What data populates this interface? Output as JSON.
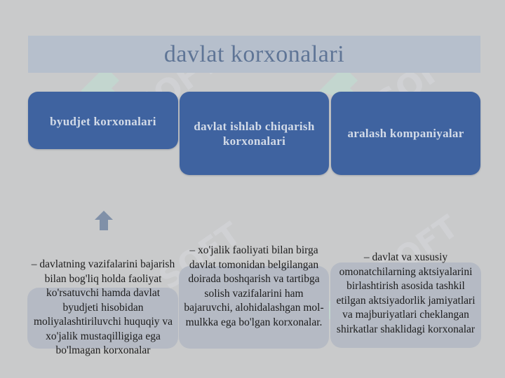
{
  "title": "davlat korxonalari",
  "categories": [
    {
      "label": "byudjet korxonalari",
      "description": "– davlatning vazifalarini bajarish bilan bog'liq holda faoliyat ko'rsatuvchi hamda davlat byudjeti hisobidan moliyalashtiriluvchi huquqiy va xo'jalik mustaqilligiga ega bo'lmagan korxonalar"
    },
    {
      "label": "davlat ishlab chiqarish korxonalari",
      "description": "– xo'jalik faoliyati bilan birga davlat tomonidan belgilangan doirada boshqarish va tartibga solish vazifalarini ham bajaruvchi, alohidalashgan mol-mulkka ega bo'lgan korxonalar."
    },
    {
      "label": "aralash kompaniyalar",
      "description": "– davlat va xususiy omonatchilarning aktsiyalarini birlashtirish asosida tashkil etilgan aktsiyadorlik jamiyatlari va majburiyatlari cheklangan shirkatlar shaklidagi korxonalar"
    }
  ],
  "icons": {
    "arrow": "arrow-up-icon",
    "watermark": "watermark-logo"
  },
  "colors": {
    "background": "#c9cacb",
    "title_bar": "#b6bfcc",
    "title_text": "#5f7596",
    "box_fill": "#3f63a0",
    "box_text": "#d3dbe8",
    "desc_bg": "#b5bac4",
    "arrow": "#8090a8"
  }
}
